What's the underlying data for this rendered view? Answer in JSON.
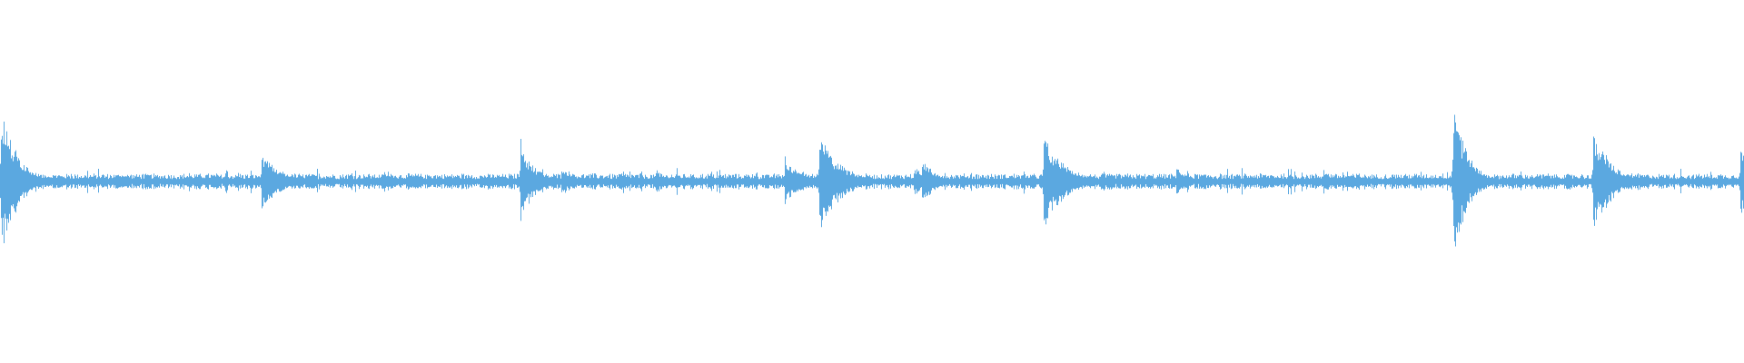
{
  "waveform": {
    "color": "#5ba8e0",
    "background": "#ffffff",
    "baseline_amplitude": 0.035,
    "peak_amplitude_max": 0.49,
    "transients": [
      {
        "position": 0.0005,
        "amplitude": 0.42
      },
      {
        "position": 0.068,
        "amplitude": 0.05
      },
      {
        "position": 0.15,
        "amplitude": 0.18
      },
      {
        "position": 0.22,
        "amplitude": 0.07
      },
      {
        "position": 0.2985,
        "amplitude": 0.24
      },
      {
        "position": 0.322,
        "amplitude": 0.08
      },
      {
        "position": 0.376,
        "amplitude": 0.07
      },
      {
        "position": 0.45,
        "amplitude": 0.14
      },
      {
        "position": 0.47,
        "amplitude": 0.31
      },
      {
        "position": 0.524,
        "amplitude": 0.09
      },
      {
        "position": 0.529,
        "amplitude": 0.14
      },
      {
        "position": 0.599,
        "amplitude": 0.29
      },
      {
        "position": 0.675,
        "amplitude": 0.08
      },
      {
        "position": 0.759,
        "amplitude": 0.07
      },
      {
        "position": 0.834,
        "amplitude": 0.49
      },
      {
        "position": 0.914,
        "amplitude": 0.3
      },
      {
        "position": 0.9985,
        "amplitude": 0.22
      }
    ]
  }
}
